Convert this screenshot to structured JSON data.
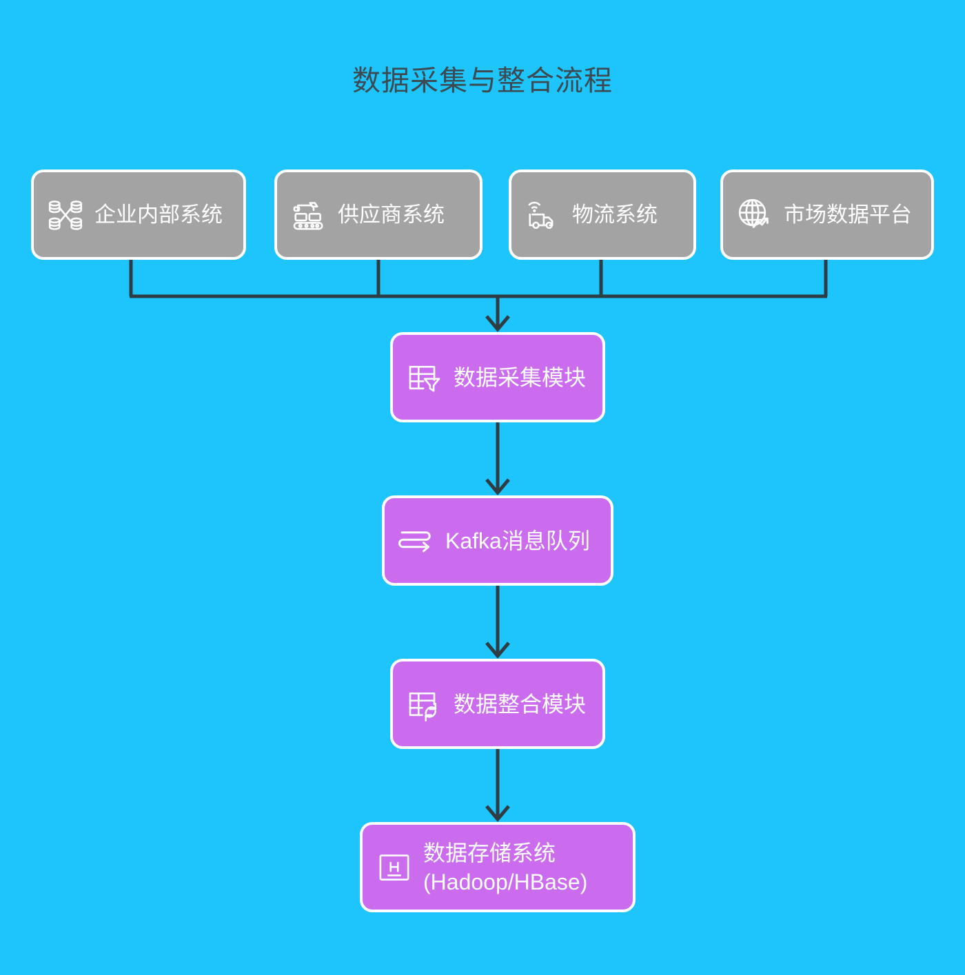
{
  "diagram": {
    "title": "数据采集与整合流程",
    "background_color": "#1ec4fc",
    "title_color": "#3c4a52",
    "source_node_color": "#a3a3a3",
    "process_node_color": "#cb6cef",
    "node_border_color": "#ffffff",
    "connector_color": "#2e3d43",
    "sources": [
      {
        "id": "internal",
        "label": "企业内部系统",
        "icon": "database-cluster-icon"
      },
      {
        "id": "supplier",
        "label": "供应商系统",
        "icon": "industrial-robot-icon"
      },
      {
        "id": "logistics",
        "label": "物流系统",
        "icon": "connected-truck-icon"
      },
      {
        "id": "market",
        "label": "市场数据平台",
        "icon": "globe-trend-icon"
      }
    ],
    "pipeline": [
      {
        "id": "collect",
        "label": "数据采集模块",
        "icon": "table-filter-icon"
      },
      {
        "id": "kafka",
        "label": "Kafka消息队列",
        "icon": "message-queue-icon"
      },
      {
        "id": "integrate",
        "label": "数据整合模块",
        "icon": "table-sync-icon"
      },
      {
        "id": "storage",
        "label": "数据存储系统\n(Hadoop/HBase)",
        "icon": "hadoop-h-icon"
      }
    ]
  }
}
